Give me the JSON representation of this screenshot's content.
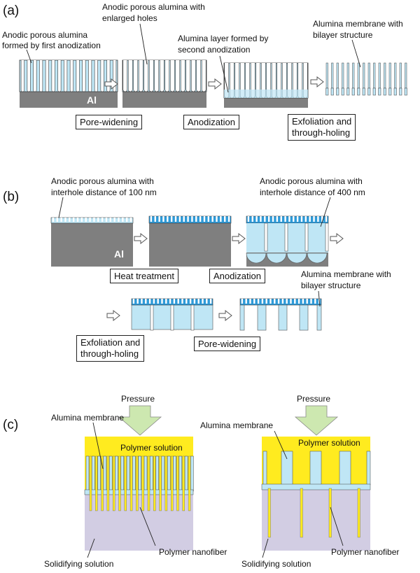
{
  "panels": {
    "a": "(a)",
    "b": "(b)",
    "c": "(c)"
  },
  "a": {
    "label1_l1": "Anodic porous alumina",
    "label1_l2": "formed by first anodization",
    "label2_l1": "Anodic porous alumina with",
    "label2_l2": "enlarged holes",
    "label3_l1": "Alumina layer formed by",
    "label3_l2": "second anodization",
    "label4_l1": "Alumina membrane with",
    "label4_l2": "bilayer structure",
    "al": "Al",
    "step1": "Pore-widening",
    "step2": "Anodization",
    "step3_l1": "Exfoliation and",
    "step3_l2": "through-holing"
  },
  "b": {
    "label1_l1": "Anodic porous alumina with",
    "label1_l2": "interhole distance of 100 nm",
    "label2_l1": "Anodic porous alumina with",
    "label2_l2": "interhole distance of 400 nm",
    "label3_l1": "Alumina membrane with",
    "label3_l2": "bilayer structure",
    "al": "Al",
    "step1": "Heat treatment",
    "step2": "Anodization",
    "step3_l1": "Exfoliation and",
    "step3_l2": "through-holing",
    "step4": "Pore-widening"
  },
  "c": {
    "pressure": "Pressure",
    "membrane": "Alumina membrane",
    "polymer_solution": "Polymer solution",
    "nanofiber": "Polymer nanofiber",
    "solidifying": "Solidifying solution"
  },
  "colors": {
    "alumina": "#bfe6f5",
    "dark_alumina": "#2e9ad8",
    "aluminum": "#7f7f7f",
    "polymer": "#ffeb1f",
    "solidifying": "#d2cde3",
    "arrow": "#cde8b0"
  }
}
